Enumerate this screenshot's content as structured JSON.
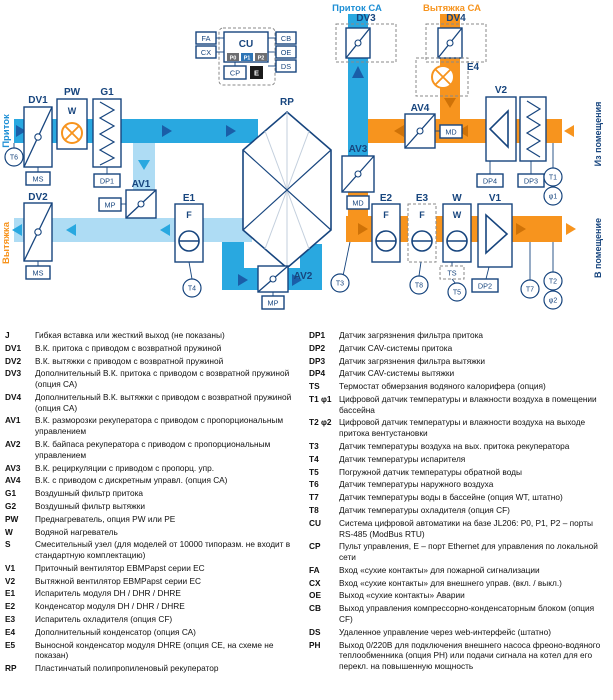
{
  "diagram": {
    "colors": {
      "supply_blue": "#29a8e0",
      "light_blue": "#aedcf4",
      "exhaust_orange": "#f7941e",
      "component_navy": "#17457e"
    },
    "labels": {
      "pritok_sa": "Приток СА",
      "vytyazhka_sa": "Вытяжка СА",
      "pritok": "Приток",
      "vytyazhka": "Вытяжка",
      "iz_pom": "Из помещения",
      "v_pom": "В помещение",
      "dv1": "DV1",
      "pw": "PW",
      "g1": "G1",
      "dv2": "DV2",
      "av1": "AV1",
      "e1": "E1",
      "rp": "RP",
      "av2": "AV2",
      "av3": "AV3",
      "dv3": "DV3",
      "dv4": "DV4",
      "e4": "E4",
      "av4": "AV4",
      "v2": "V2",
      "e2": "E2",
      "e3": "E3",
      "w": "W",
      "v1": "V1",
      "pw_w": "W",
      "e1_f": "F",
      "e2_f": "F",
      "e3_f": "F",
      "w_w": "W",
      "ms": "MS",
      "mp": "MP",
      "md": "MD",
      "dp1": "DP1",
      "dp2": "DP2",
      "dp3": "DP3",
      "dp4": "DP4",
      "ts": "TS",
      "t1": "T1",
      "phi1": "φ1",
      "t2": "T2",
      "phi2": "φ2",
      "t3": "T3",
      "t4": "T4",
      "t5": "T5",
      "t6": "T6",
      "t7": "T7",
      "t8": "T8",
      "cu": "CU",
      "fa": "FA",
      "cx": "CX",
      "cb": "CB",
      "oe": "OE",
      "ds": "DS",
      "cp": "CP",
      "e_port": "E",
      "p0": "P0",
      "p1": "P1",
      "p2": "P2"
    }
  },
  "legend": {
    "left": [
      {
        "code": "J",
        "text": "Гибкая вставка или жесткий выход (не показаны)"
      },
      {
        "code": "DV1",
        "text": "В.К. притока с приводом с возвратной пружиной"
      },
      {
        "code": "DV2",
        "text": "В.К. вытяжки с приводом с возвратной пружиной"
      },
      {
        "code": "DV3",
        "text": "Дополнительный В.К. притока с приводом с возвратной пружиной (опция СА)"
      },
      {
        "code": "DV4",
        "text": "Дополнительный В.К. вытяжки с приводом с возвратной пружиной (опция СА)"
      },
      {
        "code": "AV1",
        "text": "В.К. разморозки рекуператора с приводом с пропорциональным управлением"
      },
      {
        "code": "AV2",
        "text": "В.К. байпаса рекуператора с приводом с пропорциональным управлением"
      },
      {
        "code": "AV3",
        "text": "В.К. рециркуляции с приводом с пропорц. упр."
      },
      {
        "code": "AV4",
        "text": "В.К. с приводом с дискретным управл. (опция СА)"
      },
      {
        "code": "G1",
        "text": "Воздушный фильтр притока"
      },
      {
        "code": "G2",
        "text": "Воздушный фильтр вытяжки"
      },
      {
        "code": "PW",
        "text": "Преднагреватель, опция PW или PE"
      },
      {
        "code": "W",
        "text": "Водяной нагреватель"
      },
      {
        "code": "S",
        "text": "Смесительный узел (для моделей от 10000 типоразм. не входит в стандартную комплектацию)"
      },
      {
        "code": "V1",
        "text": "Приточный вентилятор EBMPapst серии EC"
      },
      {
        "code": "V2",
        "text": "Вытяжной вентилятор EBMPapst серии EC"
      },
      {
        "code": "E1",
        "text": "Испаритель модуля DH / DHR / DHRE"
      },
      {
        "code": "E2",
        "text": "Конденсатор модуля DH / DHR / DHRE"
      },
      {
        "code": "E3",
        "text": "Испаритель охладителя (опция CF)"
      },
      {
        "code": "E4",
        "text": "Дополнительный конденсатор (опция СА)"
      },
      {
        "code": "E5",
        "text": "Выносной конденсатор модуля DHRE (опция СЕ, на схеме не показан)"
      },
      {
        "code": "RP",
        "text": "Пластинчатый полипропиленовый рекуператор"
      }
    ],
    "right": [
      {
        "code": "DP1",
        "text": "Датчик загрязнения фильтра притока"
      },
      {
        "code": "DP2",
        "text": "Датчик CAV-системы притока"
      },
      {
        "code": "DP3",
        "text": "Датчик загрязнения фильтра вытяжки"
      },
      {
        "code": "DP4",
        "text": "Датчик CAV-системы вытяжки"
      },
      {
        "code": "TS",
        "text": "Термостат обмерзания водяного калорифера (опция)"
      },
      {
        "code": "T1 φ1",
        "text": "Цифровой датчик температуры и влажности воздуха в помещении бассейна"
      },
      {
        "code": "T2 φ2",
        "text": "Цифровой датчик температуры и влажности воздуха на выходе притока вентустановки"
      },
      {
        "code": "T3",
        "text": "Датчик температуры воздуха на вых. притока рекуператора"
      },
      {
        "code": "T4",
        "text": "Датчик температуры испарителя"
      },
      {
        "code": "T5",
        "text": "Погружной датчик температуры обратной воды"
      },
      {
        "code": "T6",
        "text": "Датчик температуры наружного воздуха"
      },
      {
        "code": "T7",
        "text": "Датчик температуры воды в бассейне (опция WT, штатно)"
      },
      {
        "code": "T8",
        "text": "Датчик температуры охладителя (опция CF)"
      },
      {
        "code": "CU",
        "text": "Система цифровой автоматики на базе JL206: P0, P1, P2 – порты RS-485 (ModBus RTU)"
      },
      {
        "code": "CP",
        "text": "Пульт управления, Е – порт Ethernet для управления по локальной сети"
      },
      {
        "code": "FA",
        "text": "Вход «сухие контакты» для пожарной сигнализации"
      },
      {
        "code": "CX",
        "text": "Вход «сухие контакты» для внешнего управ. (вкл. / выкл.)"
      },
      {
        "code": "OE",
        "text": "Выход «сухие контакты» Аварии"
      },
      {
        "code": "CB",
        "text": "Выход управления компрессорно-конденсаторным блоком (опция CF)"
      },
      {
        "code": "DS",
        "text": "Удаленное управление через web-интерфейс (штатно)"
      },
      {
        "code": "PH",
        "text": "Выход 0/220В для подключения внешнего насоса фреоно-водяного теплообменника (опция PH) или подачи сигнала на котел для его перекл. на повышенную мощность"
      }
    ]
  }
}
